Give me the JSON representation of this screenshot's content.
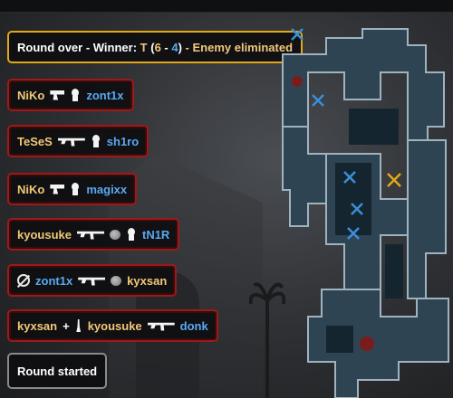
{
  "feed": {
    "header": {
      "prefix": "Round over - Winner: ",
      "side": "T",
      "open": " (",
      "score_t": "6",
      "dash": " - ",
      "score_ct": "4",
      "close": ")",
      "suffix": " - Enemy eliminated"
    },
    "kills": [
      {
        "attacker": "NiKo",
        "weapon": "pistol-icon",
        "headshot": true,
        "victim": "zont1x"
      },
      {
        "attacker": "TeSeS",
        "weapon": "rifle-icon",
        "headshot": true,
        "victim": "sh1ro"
      },
      {
        "attacker": "NiKo",
        "weapon": "pistol-icon",
        "headshot": true,
        "victim": "magixx"
      },
      {
        "attacker": "kyousuke",
        "weapon": "rifle-icon",
        "through_smoke": true,
        "headshot": true,
        "victim": "tN1R"
      },
      {
        "attacker": "zont1x",
        "weapon": "rifle-icon",
        "noscope": true,
        "through_smoke": true,
        "victim": "kyxsan"
      },
      {
        "attacker": "kyxsan",
        "assist_sep": " + ",
        "assister": "kyousuke",
        "assist_icon": "flash-icon",
        "weapon": "rifle-icon",
        "victim": "donk"
      }
    ],
    "footer": "Round started"
  },
  "colors": {
    "t_side": "#f2c879",
    "ct_side": "#5aa9f3",
    "kill_border": "#9b1a1a",
    "round_over_border": "#e2a817",
    "round_start_border": "#8a8a8a"
  }
}
